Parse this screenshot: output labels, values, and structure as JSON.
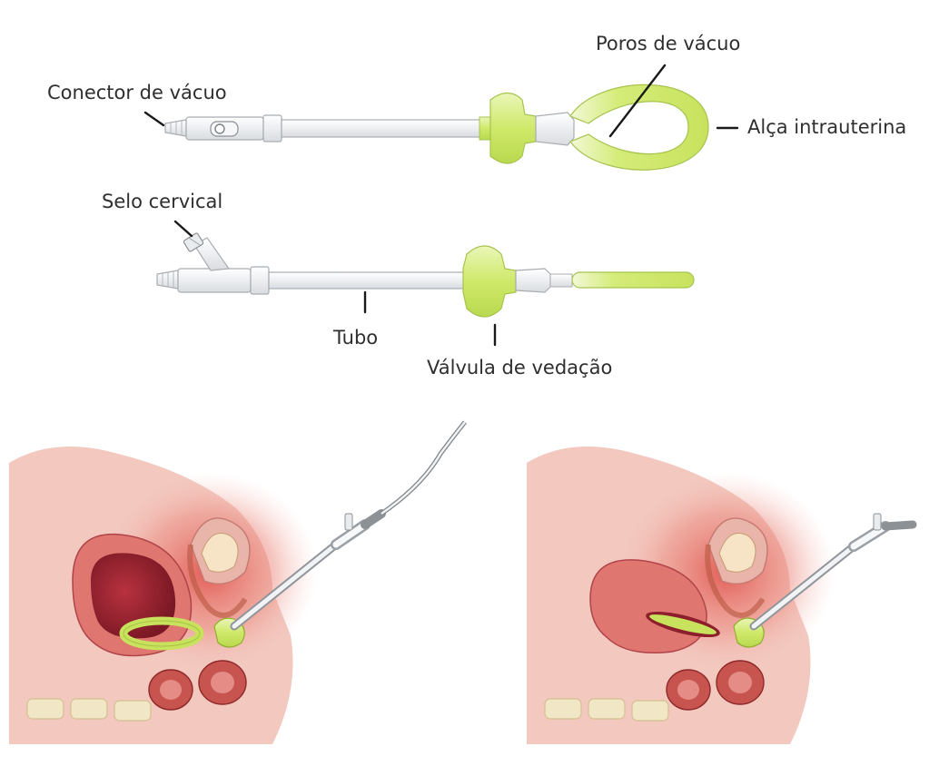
{
  "labels": {
    "vacuum_connector": "Conector de vácuo",
    "vacuum_pores": "Poros de vácuo",
    "intrauterine_loop": "Alça intrauterina",
    "cervical_seal": "Selo cervical",
    "tube": "Tubo",
    "sealing_valve": "Válvula de vedação"
  },
  "colors": {
    "device_green": "#cfe96a",
    "device_green_light": "#e6f3ad",
    "tube_gray": "#eef0f2",
    "outline_gray": "#a9adb2",
    "leader_line": "#1a1a1a",
    "tissue_pink": "#e9a79c",
    "tissue_red": "#c8413e",
    "uterus_dark": "#8c1f2b"
  }
}
